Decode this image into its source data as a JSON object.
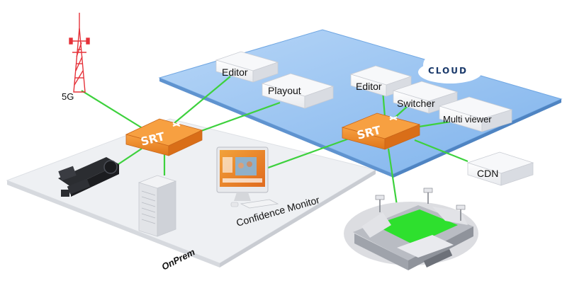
{
  "labels": {
    "cloud": "CLOUD",
    "five_g": "5G",
    "editor_left": "Editor",
    "playout": "Playout",
    "editor_right": "Editor",
    "switcher": "Switcher",
    "multiviewer": "Multi viewer",
    "cdn": "CDN",
    "srt_left": "SRT",
    "srt_right": "SRT",
    "confidence_monitor": "Confidence Monitor",
    "onprem": "OnPrem"
  },
  "colors": {
    "link_green": "#3dd13d",
    "cloud_plane": "#8fbdf0",
    "srt_orange": "#f08a24",
    "onprem_plane": "#eef0f3",
    "tower_red": "#e5323a",
    "field_green": "#2ee02e"
  },
  "icons": {
    "tower": "5g-tower-icon",
    "camera": "broadcast-camera-icon",
    "server": "server-tower-icon",
    "monitor": "confidence-monitor-icon",
    "stadium": "stadium-icon"
  }
}
